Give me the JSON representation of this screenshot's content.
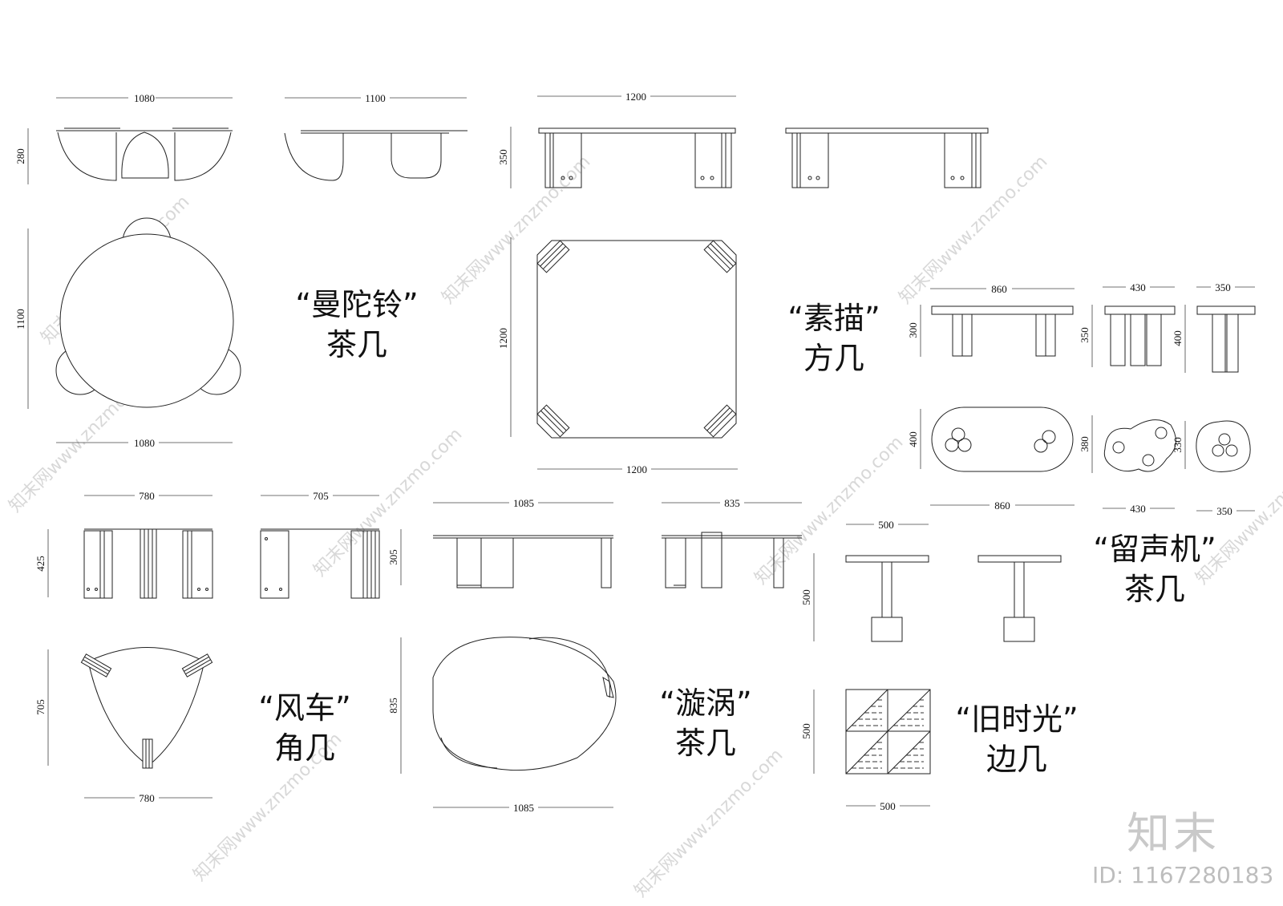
{
  "labels": {
    "mantuoling": {
      "line1": "“曼陀铃”",
      "line2": "茶几"
    },
    "sumiao": {
      "line1": "“素描”",
      "line2": "方几"
    },
    "liushengji": {
      "line1": "“留声机”",
      "line2": "茶几"
    },
    "fengche": {
      "line1": "“风车”",
      "line2": "角几"
    },
    "xuanwo": {
      "line1": "“漩涡”",
      "line2": "茶几"
    },
    "jiushiguang": {
      "line1": "“旧时光”",
      "line2": "边几"
    }
  },
  "dimensions": {
    "d1080a": "1080",
    "d280": "280",
    "d1100a": "1100",
    "d1200a": "1200",
    "d350a": "350",
    "d1100b": "1100",
    "d1080b": "1080",
    "d1200b": "1200",
    "d1200c": "1200",
    "d860a": "860",
    "d430a": "430",
    "d350b": "350",
    "d300": "300",
    "d350c": "350",
    "d400a": "400",
    "d400b": "400",
    "d380": "380",
    "d330": "330",
    "d860b": "860",
    "d430b": "430",
    "d350d": "350",
    "d780a": "780",
    "d705a": "705",
    "d425": "425",
    "d305": "305",
    "d1085a": "1085",
    "d835a": "835",
    "d500a": "500",
    "d500b": "500",
    "d705b": "705",
    "d780b": "780",
    "d835b": "835",
    "d1085b": "1085",
    "d500c": "500",
    "d500d": "500"
  },
  "watermark": {
    "text": "知末网www.znzmo.com",
    "brand": "知末",
    "id": "ID: 1167280183"
  }
}
